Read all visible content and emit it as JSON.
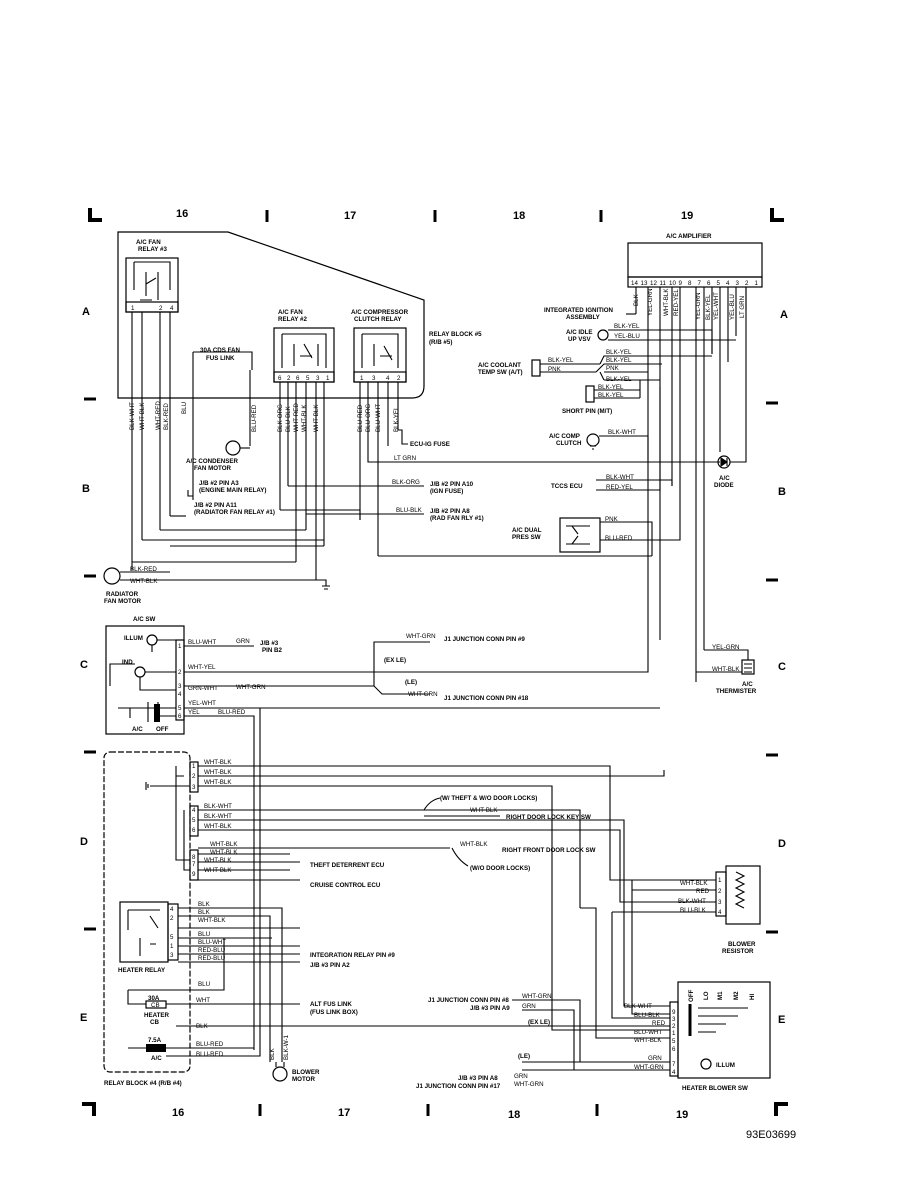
{
  "figure_id": "93E03699",
  "grid": {
    "columns": [
      "16",
      "17",
      "18",
      "19"
    ],
    "rows": [
      "A",
      "B",
      "C",
      "D",
      "E"
    ]
  },
  "relay_block_5": {
    "title": "RELAY BLOCK #5",
    "subtitle": "(R/B #5)",
    "fan_relay_3": [
      "A/C FAN",
      "RELAY #3"
    ],
    "fan_relay_3_pins": [
      "1",
      "2",
      "4"
    ],
    "fan_relay_2": [
      "A/C FAN",
      "RELAY #2"
    ],
    "fan_relay_2_pins": [
      "6",
      "2",
      "6",
      "5",
      "3",
      "1"
    ],
    "comp_relay": [
      "A/C COMPRESSOR",
      "CLUTCH RELAY"
    ],
    "comp_relay_pins": [
      "1",
      "3",
      "4",
      "2"
    ],
    "fus_link": [
      "30A CDS FAN",
      "FUS LINK"
    ]
  },
  "wires": {
    "w_blk_wht": "BLK-WHT",
    "w_wht_blk": "WHT-BLK",
    "w_wht_red": "WHT-RED",
    "w_blk_red": "BLK-RED",
    "w_blu": "BLU",
    "w_blu_red": "BLU-RED",
    "w_blk_org": "BLK-ORG",
    "w_blu_blk": "BLU-BLK",
    "w_wht_red2": "WHT-RED",
    "w_wht_blk2": "WHT-BLK",
    "w_wht_blk3": "WHT-BLK",
    "w_blu_red2": "BLU-RED",
    "w_blu_org": "BLU-ORG",
    "w_blu_wht": "BLU-WHT",
    "w_blk_yel": "BLK-YEL",
    "lt_grn": "LT GRN",
    "w_blk": "BLK",
    "w_blk_wht3": "BLK-W-1"
  },
  "amplifier": {
    "title": "A/C AMPLIFIER",
    "pins": [
      "14",
      "13",
      "12",
      "11",
      "10",
      "9",
      "8",
      "7",
      "6",
      "5",
      "4",
      "3",
      "2",
      "1"
    ],
    "wires": [
      "BLK",
      "YEL-GRN",
      "WHT-BLK",
      "RED-YEL",
      "YEL-GRN",
      "BLK-YEL",
      "YEL-WHT",
      "YEL-BLU",
      "LT GRN"
    ],
    "integrated_ignition": [
      "INTEGRATED IGNITION",
      "ASSEMBLY"
    ],
    "idle_up": [
      "A/C IDLE",
      "UP VSV"
    ],
    "idle_up_wires": [
      "BLK-YEL",
      "YEL-BLU"
    ],
    "coolant": [
      "A/C COOLANT",
      "TEMP SW (A/T)"
    ],
    "coolant_wires": [
      "BLK-YEL",
      "PNK"
    ],
    "right_wires": [
      "BLK-YEL",
      "BLK-YEL",
      "PNK",
      "BLK-YEL",
      "BLK-YEL",
      "BLK-YEL"
    ],
    "short_pin": "SHORT PIN (M/T)",
    "comp_clutch": [
      "A/C COMP",
      "CLUTCH"
    ],
    "comp_clutch_wire": "BLK-WHT",
    "ecu_ig_fuse": "ECU-IG FUSE",
    "diode": [
      "A/C",
      "DIODE"
    ],
    "tccs": "TCCS ECU",
    "tccs_wires": [
      "BLK-WHT",
      "RED-YEL"
    ],
    "dual_pres": [
      "A/C DUAL",
      "PRES SW"
    ],
    "dual_wires": [
      "PNK",
      "BLU-RED"
    ],
    "thermistor": [
      "A/C",
      "THERMISTER"
    ],
    "therm_wires": [
      "YEL-GRN",
      "WHT-BLK"
    ]
  },
  "condenser": {
    "motor": [
      "A/C CONDENSER",
      "FAN MOTOR"
    ],
    "jb2_a3": [
      "J/B #2 PIN A3",
      "(ENGINE MAIN RELAY)"
    ],
    "jb2_a11": [
      "J/B #2 PIN A11",
      "(RADIATOR FAN RELAY #1)"
    ],
    "jb2_a10": [
      "J/B #2 PIN A10",
      "(IGN FUSE)"
    ],
    "jb2_a8": [
      "J/B #2 PIN A8",
      "(RAD FAN RLY #1)"
    ],
    "wire_a10": "BLK-ORG",
    "wire_a8": "BLU-BLK",
    "radiator": [
      "RADIATOR",
      "FAN MOTOR"
    ],
    "rad_wires": [
      "BLK-RED",
      "WHT-BLK"
    ]
  },
  "ac_sw": {
    "title": "A/C SW",
    "illum": "ILLUM",
    "ind": "IND",
    "ac": "A/C",
    "off": "OFF",
    "pins": [
      "1",
      "2",
      "3",
      "4",
      "5",
      "6"
    ],
    "wires": [
      "BLU-WHT",
      "WHT-YEL",
      "GRN-WHT",
      "YEL-WHT",
      "YEL"
    ],
    "w_grn": "GRN",
    "w_wht_grn": "WHT-GRN",
    "w_blu_red": "BLU-RED",
    "jb3_b2": [
      "J/B #3",
      "PIN B2"
    ],
    "j1_pin9": "J1 JUNCTION CONN PIN #9",
    "j1_pin9_wire": "WHT-GRN",
    "ex_le": "(EX LE)",
    "le": "(LE)",
    "j1_pin18": "J1 JUNCTION CONN PIN #18",
    "j1_pin18_wire": "WHT-GRN"
  },
  "relay_block_4": {
    "title": "RELAY BLOCK #4 (R/B #4)",
    "top_pins": [
      "1",
      "2",
      "3"
    ],
    "top_wires": [
      "WHT-BLK",
      "WHT-BLK",
      "WHT-BLK"
    ],
    "mid_pins": [
      "4",
      "5",
      "6"
    ],
    "mid_wires": [
      "BLK-WHT",
      "BLK-WHT",
      "WHT-BLK"
    ],
    "lower_pins": [
      "8",
      "7",
      "9"
    ],
    "lower_wires": [
      "WHT-BLK",
      "WHT-BLK",
      "WHT-BLK",
      "WHT-BLK"
    ],
    "theft_note": "(W/ THEFT & W/O DOOR LOCKS)",
    "theft_wire": "WHT-BLK",
    "right_door_key": "RIGHT DOOR LOCK KEY SW",
    "front_door": "RIGHT FRONT DOOR LOCK SW",
    "front_door_wire": "WHT-BLK",
    "wo_door": "(W/O DOOR LOCKS)",
    "theft_ecu": "THEFT DETERRENT ECU",
    "cruise_ecu": "CRUISE CONTROL ECU",
    "heater_relay": "HEATER RELAY",
    "heater_pins": [
      "4",
      "2",
      "5",
      "1",
      "3"
    ],
    "heater_wires": [
      "BLK",
      "BLK",
      "WHT-BLK",
      "BLU",
      "BLU-WHT",
      "RED-BLU",
      "RED-BLU"
    ],
    "integration": "INTEGRATION RELAY PIN #9",
    "jb3_a2": "J/B #3 PIN A2",
    "heater_cb": [
      "30A",
      "CB",
      "HEATER",
      "CB"
    ],
    "w_blu": "BLU",
    "w_wht": "WHT",
    "alt_fus": [
      "ALT FUS LINK",
      "(FUS LINK BOX)"
    ],
    "ac_fuse": [
      "7.5A",
      "A/C"
    ],
    "ac_fuse_wires": [
      "BLU-RED",
      "BLU-RED"
    ],
    "blower": [
      "BLOWER",
      "MOTOR"
    ],
    "blower_wires": [
      "BLK",
      "BLK-W-1"
    ]
  },
  "blower_resistor": {
    "title": [
      "BLOWER",
      "RESISTOR"
    ],
    "pins": [
      "1",
      "2",
      "3",
      "4"
    ],
    "wires": [
      "WHT-BLK",
      "RED",
      "BLK-WHT",
      "BLU-BLK"
    ]
  },
  "heater_sw": {
    "title": "HEATER BLOWER SW",
    "positions": [
      "OFF",
      "LO",
      "M1",
      "M2",
      "HI"
    ],
    "pins": [
      "9",
      "3",
      "2",
      "1",
      "5",
      "6",
      "7",
      "4"
    ],
    "wires": [
      "BLK-WHT",
      "BLU-BLK",
      "RED",
      "BLU-WHT",
      "WHT-BLK",
      "GRN",
      "WHT-GRN"
    ],
    "illum": "ILLUM",
    "j1_pin8": "J1 JUNCTION CONN PIN #8",
    "jb3_a9": "J/B #3 PIN A9",
    "j1_pin8_wires": [
      "WHT-GRN",
      "GRN"
    ],
    "ex_le": "(EX LE)",
    "le": "(LE)",
    "jb3_a8": "J/B #3 PIN A8",
    "j1_pin17": "J1 JUNCTION CONN PIN #17",
    "j1_pin17_wires": [
      "GRN",
      "WHT-GRN"
    ]
  }
}
